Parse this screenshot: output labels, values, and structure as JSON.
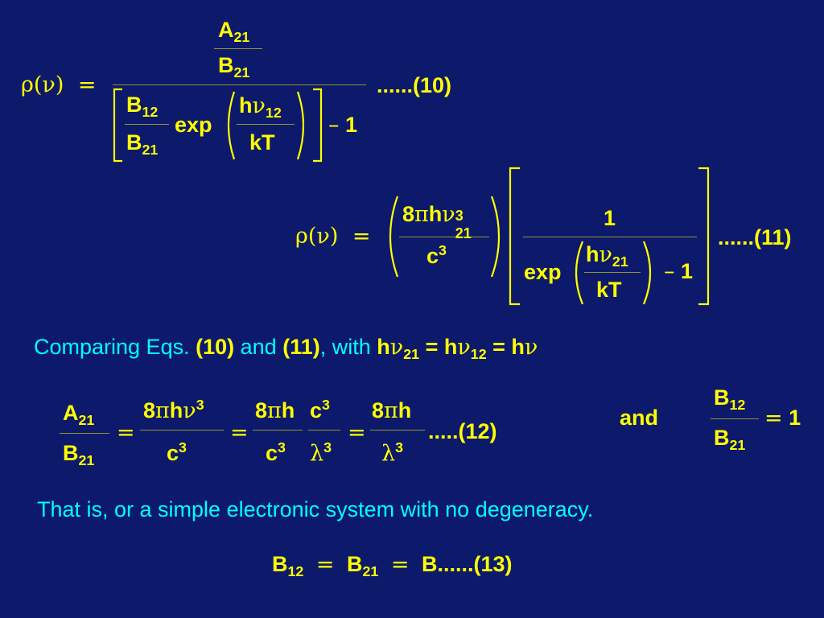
{
  "symbols": {
    "rho": "ρ",
    "nu": "ν",
    "pi": "π",
    "lambda": "λ",
    "lparen": "(",
    "rparen": ")",
    "equals": "=",
    "minus": "–",
    "h": "h",
    "eight": "8",
    "one": "1",
    "A": "A",
    "B": "B",
    "c": "c",
    "kT": "kT",
    "exp": "exp",
    "sub21": "21",
    "sub12": "12",
    "sup3": "3"
  },
  "eq10": {
    "tag": "......(10)"
  },
  "eq11": {
    "tag": "......(11)"
  },
  "comparing": {
    "prefix": "Comparing Eqs.",
    "ref10": "(10)",
    "and": "and",
    "ref11": "(11)",
    "with": ", with",
    "eq_sign": "="
  },
  "eq12": {
    "tag": ".....(12)",
    "and_label": "and"
  },
  "that_is": "That is, or a simple electronic system with no degeneracy.",
  "eq13": {
    "tag": "......(13)"
  }
}
